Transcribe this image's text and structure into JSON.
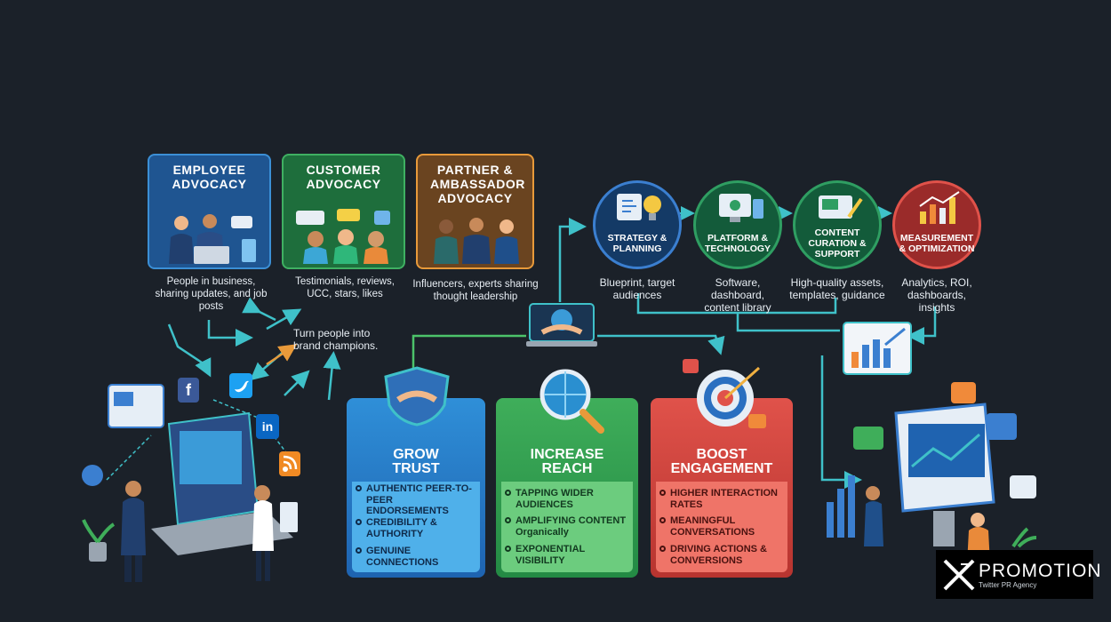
{
  "advocacy_types": [
    {
      "title": "EMPLOYEE ADVOCACY",
      "caption": "People in business, sharing updates, and job posts"
    },
    {
      "title": "CUSTOMER ADVOCACY",
      "caption": "Testimonials, reviews, UCC, stars, likes"
    },
    {
      "title": "PARTNER & AMBASSADOR ADVOCACY",
      "caption": "Influencers, experts sharing thought leadership"
    }
  ],
  "center_note": "Turn people into brand champions.",
  "process_steps": [
    {
      "title": "STRATEGY & PLANNING",
      "caption": "Blueprint, target audiences"
    },
    {
      "title": "PLATFORM & TECHNOLOGY",
      "caption": "Software, dashboard, content library"
    },
    {
      "title": "CONTENT CURATION & SUPPORT",
      "caption": "High-quality assets, templates, guidance"
    },
    {
      "title": "MEASUREMENT & OPTIMIZATION",
      "caption": "Analytics, ROI, dashboards, insights"
    }
  ],
  "benefits": [
    {
      "title": "GROW TRUST",
      "items": [
        "AUTHENTIC PEER-TO-PEER ENDORSEMENTS",
        "CREDIBILITY & AUTHORITY",
        "GENUINE CONNECTIONS"
      ]
    },
    {
      "title": "INCREASE REACH",
      "items": [
        "TAPPING WIDER AUDIENCES",
        "AMPLIFYING CONTENT Organically",
        "EXPONENTIAL VISIBILITY"
      ]
    },
    {
      "title": "BOOST ENGAGEMENT",
      "items": [
        "HIGHER INTERACTION RATES",
        "MEANINGFUL CONVERSATIONS",
        "DRIVING ACTIONS & CONVERSIONS"
      ]
    }
  ],
  "social_icons": [
    "facebook-icon",
    "twitter-icon",
    "linkedin-icon",
    "rss-icon"
  ],
  "brand": {
    "name": "PROMOTION",
    "tagline": "Twitter PR Agency"
  },
  "colors": {
    "background": "#1b2129",
    "employee": "#2d7fc4",
    "customer": "#3aa856",
    "partner": "#e08a2a",
    "strategy": "#3b7fd0",
    "platform": "#2f9e62",
    "content": "#2f9e62",
    "measurement": "#d8453e",
    "trust": "#2f8fd8",
    "reach": "#3fae5a",
    "engagement": "#d9483f",
    "connector": "#3fc1c9"
  }
}
